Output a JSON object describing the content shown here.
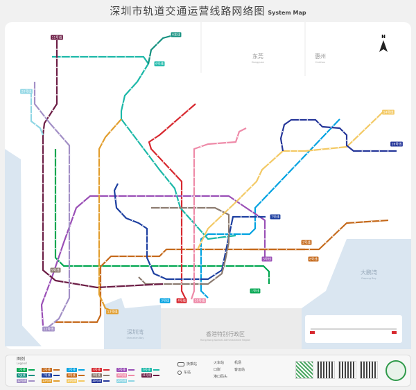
{
  "header": {
    "title_zh": "深圳市轨道交通运营线路网络图",
    "title_en": "System Map"
  },
  "compass": {
    "label": "N"
  },
  "regions": {
    "dongguan": {
      "zh": "东莞",
      "en": "Dongguan"
    },
    "huizhou": {
      "zh": "惠州",
      "en": "Huizhou"
    },
    "shenzhen_bay": {
      "zh": "深圳湾",
      "en": "Shenzhen Bay"
    },
    "hong_kong": {
      "zh": "香港特别行政区",
      "en": "Hong Kong Special Administrative Region"
    },
    "dapeng_bay": {
      "zh": "大鹏湾",
      "en": "Dapeng Bay"
    }
  },
  "lines": [
    {
      "id": "1",
      "label": "1号线",
      "color": "#00a650"
    },
    {
      "id": "2",
      "label": "2号线",
      "color": "#c56a1c"
    },
    {
      "id": "3",
      "label": "3号线",
      "color": "#00a2e1"
    },
    {
      "id": "4",
      "label": "4号线",
      "color": "#d7282f"
    },
    {
      "id": "5",
      "label": "5号线",
      "color": "#9a4fb6"
    },
    {
      "id": "6",
      "label": "6号线",
      "color": "#1cb8a8"
    },
    {
      "id": "6b",
      "label": "6支线",
      "color": "#13907f"
    },
    {
      "id": "7",
      "label": "7号线",
      "color": "#1d3fa0"
    },
    {
      "id": "8",
      "label": "8号线",
      "color": "#c56a1c"
    },
    {
      "id": "9",
      "label": "9号线",
      "color": "#8c7b70"
    },
    {
      "id": "10",
      "label": "10号线",
      "color": "#ee8aa8"
    },
    {
      "id": "11",
      "label": "11号线",
      "color": "#6c1d45"
    },
    {
      "id": "12",
      "label": "12号线",
      "color": "#a28fc6"
    },
    {
      "id": "13",
      "label": "13号线",
      "color": "#e29e2e"
    },
    {
      "id": "14",
      "label": "14号线",
      "color": "#f3c964"
    },
    {
      "id": "16",
      "label": "16号线",
      "color": "#253699"
    },
    {
      "id": "20",
      "label": "20号线",
      "color": "#8fd6e4"
    }
  ],
  "legend": {
    "title": "图例",
    "subtitle": "Legend",
    "interchange": "换乘站",
    "station": "车站",
    "facilities": [
      "火车站",
      "机场",
      "口岸",
      "客运站",
      "港口码头"
    ]
  },
  "qr_codes": 4,
  "colors": {
    "sea": "#dae6f1",
    "land": "#ffffff",
    "hk": "#ebebeb"
  }
}
